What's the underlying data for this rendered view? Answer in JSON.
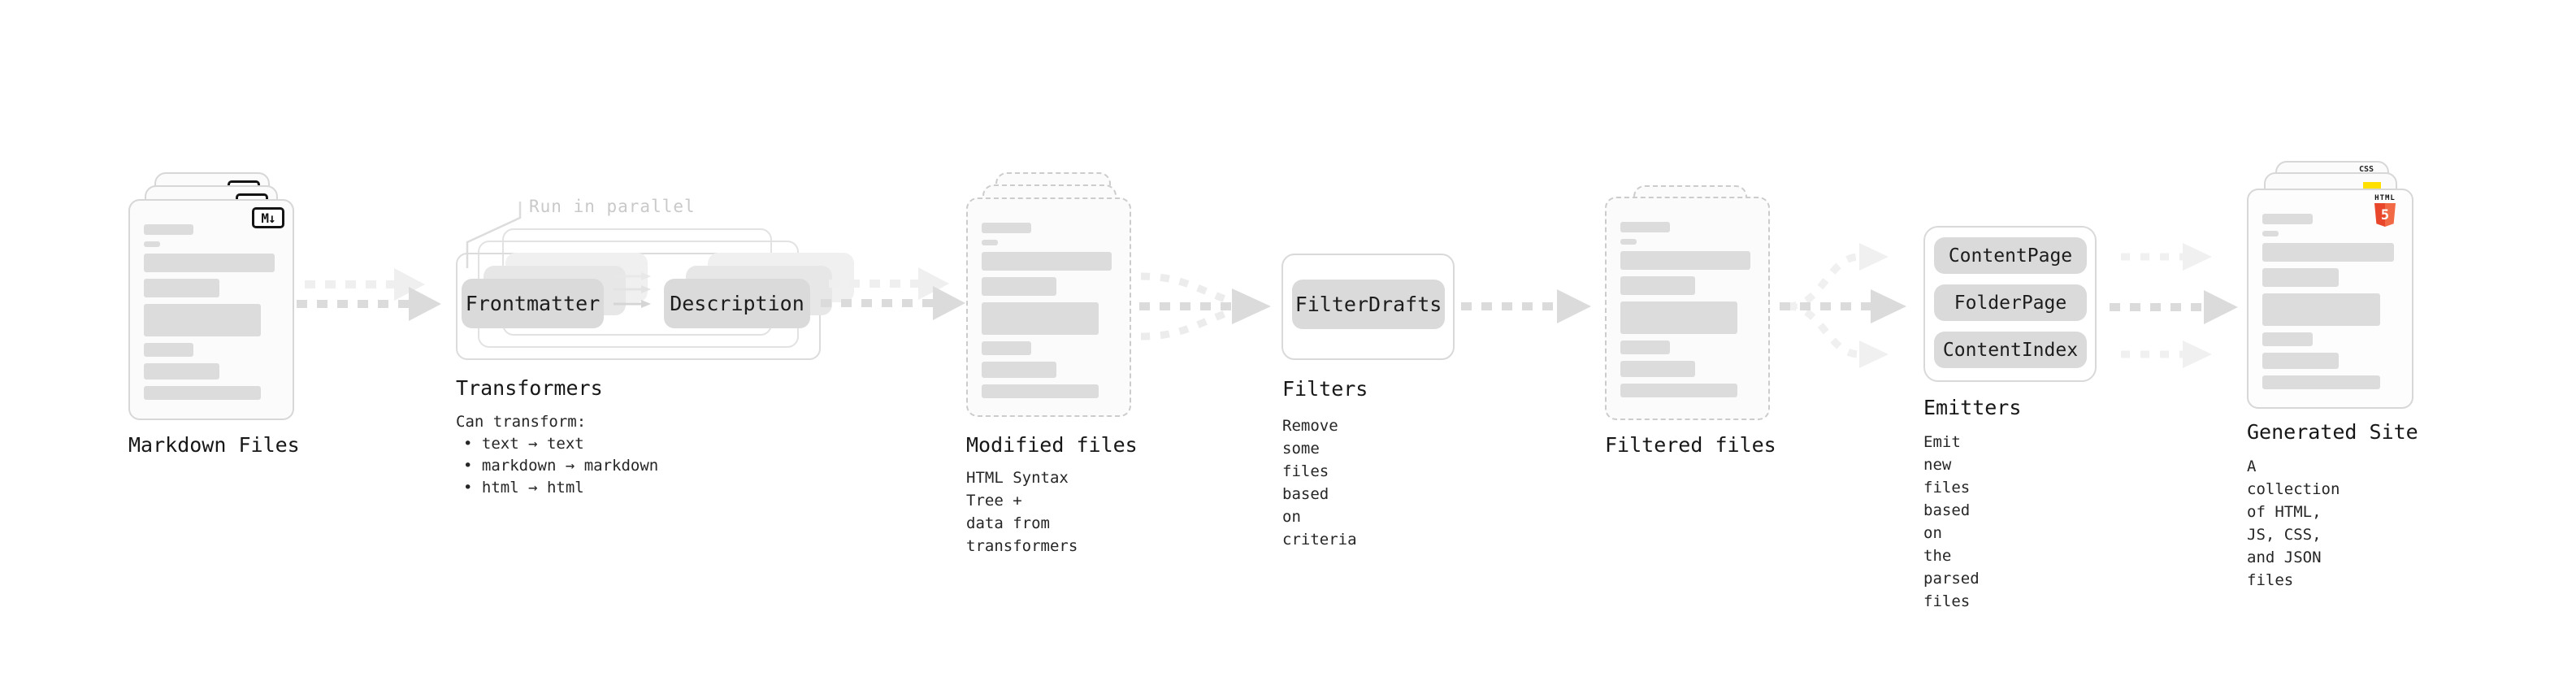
{
  "stages": {
    "markdown": {
      "label": "Markdown Files",
      "badge": "M↓"
    },
    "transformers": {
      "label": "Transformers",
      "note": "Run in parallel",
      "pill_left": "Frontmatter",
      "pill_right": "Description",
      "desc_title": "Can transform:",
      "bullets": [
        "• text → text",
        "• markdown → markdown",
        "• html → html"
      ]
    },
    "modified": {
      "label": "Modified files",
      "desc": "HTML Syntax Tree +\ndata from transformers"
    },
    "filters": {
      "label": "Filters",
      "pill": "FilterDrafts",
      "desc": "Remove some files based\non criteria"
    },
    "filtered": {
      "label": "Filtered files"
    },
    "emitters": {
      "label": "Emitters",
      "pills": [
        "ContentPage",
        "FolderPage",
        "ContentIndex"
      ],
      "desc": "Emit new files based on\nthe parsed files"
    },
    "generated": {
      "label": "Generated Site",
      "desc": "A collection of HTML,\nJS, CSS, and JSON files",
      "badge_html": "HTML",
      "badge_five": "5",
      "badge_css": "CSS"
    }
  },
  "colors": {
    "html5_orange": "#e8472b",
    "js_yellow": "#ffe000",
    "css_blue": "#2f6bff",
    "card_border": "#d7d7d7",
    "bar_gray": "#dcdcdc",
    "arrow_gray": "#dbdbdb",
    "arrow_ghost": "#efefef",
    "note_gray": "#c9c9c9"
  }
}
